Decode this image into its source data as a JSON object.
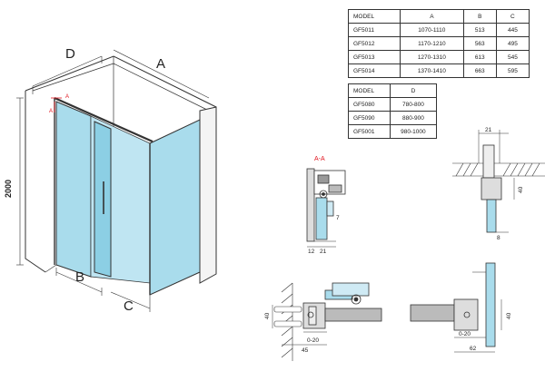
{
  "main_view": {
    "label_d": "D",
    "label_a": "A",
    "label_b": "B",
    "label_c": "C",
    "height": "2000",
    "section_marker": "A"
  },
  "table_abc": {
    "headers": [
      "MODEL",
      "A",
      "B",
      "C"
    ],
    "rows": [
      [
        "GF5011",
        "1070-1110",
        "513",
        "445"
      ],
      [
        "GF5012",
        "1170-1210",
        "563",
        "495"
      ],
      [
        "GF5013",
        "1270-1310",
        "613",
        "545"
      ],
      [
        "GF5014",
        "1370-1410",
        "663",
        "595"
      ]
    ]
  },
  "table_d": {
    "headers": [
      "MODEL",
      "D"
    ],
    "rows": [
      [
        "GF5080",
        "780-800"
      ],
      [
        "GF5090",
        "880-900"
      ],
      [
        "GF5001",
        "980-1000"
      ]
    ]
  },
  "section_aa": {
    "title": "A-A",
    "dim_7": "7",
    "dim_12": "12",
    "dim_21": "21"
  },
  "top_profile": {
    "dim_21": "21",
    "dim_40": "40",
    "dim_8": "8"
  },
  "wall_left": {
    "dim_40": "40",
    "dim_0_20": "0-20",
    "dim_45": "45"
  },
  "wall_right": {
    "dim_40": "40",
    "dim_0_20": "0-20",
    "dim_62": "62"
  },
  "colors": {
    "glass": "#a9dcec",
    "glass_dark": "#7cc4dc",
    "red": "#e0141e",
    "line": "#333333"
  }
}
